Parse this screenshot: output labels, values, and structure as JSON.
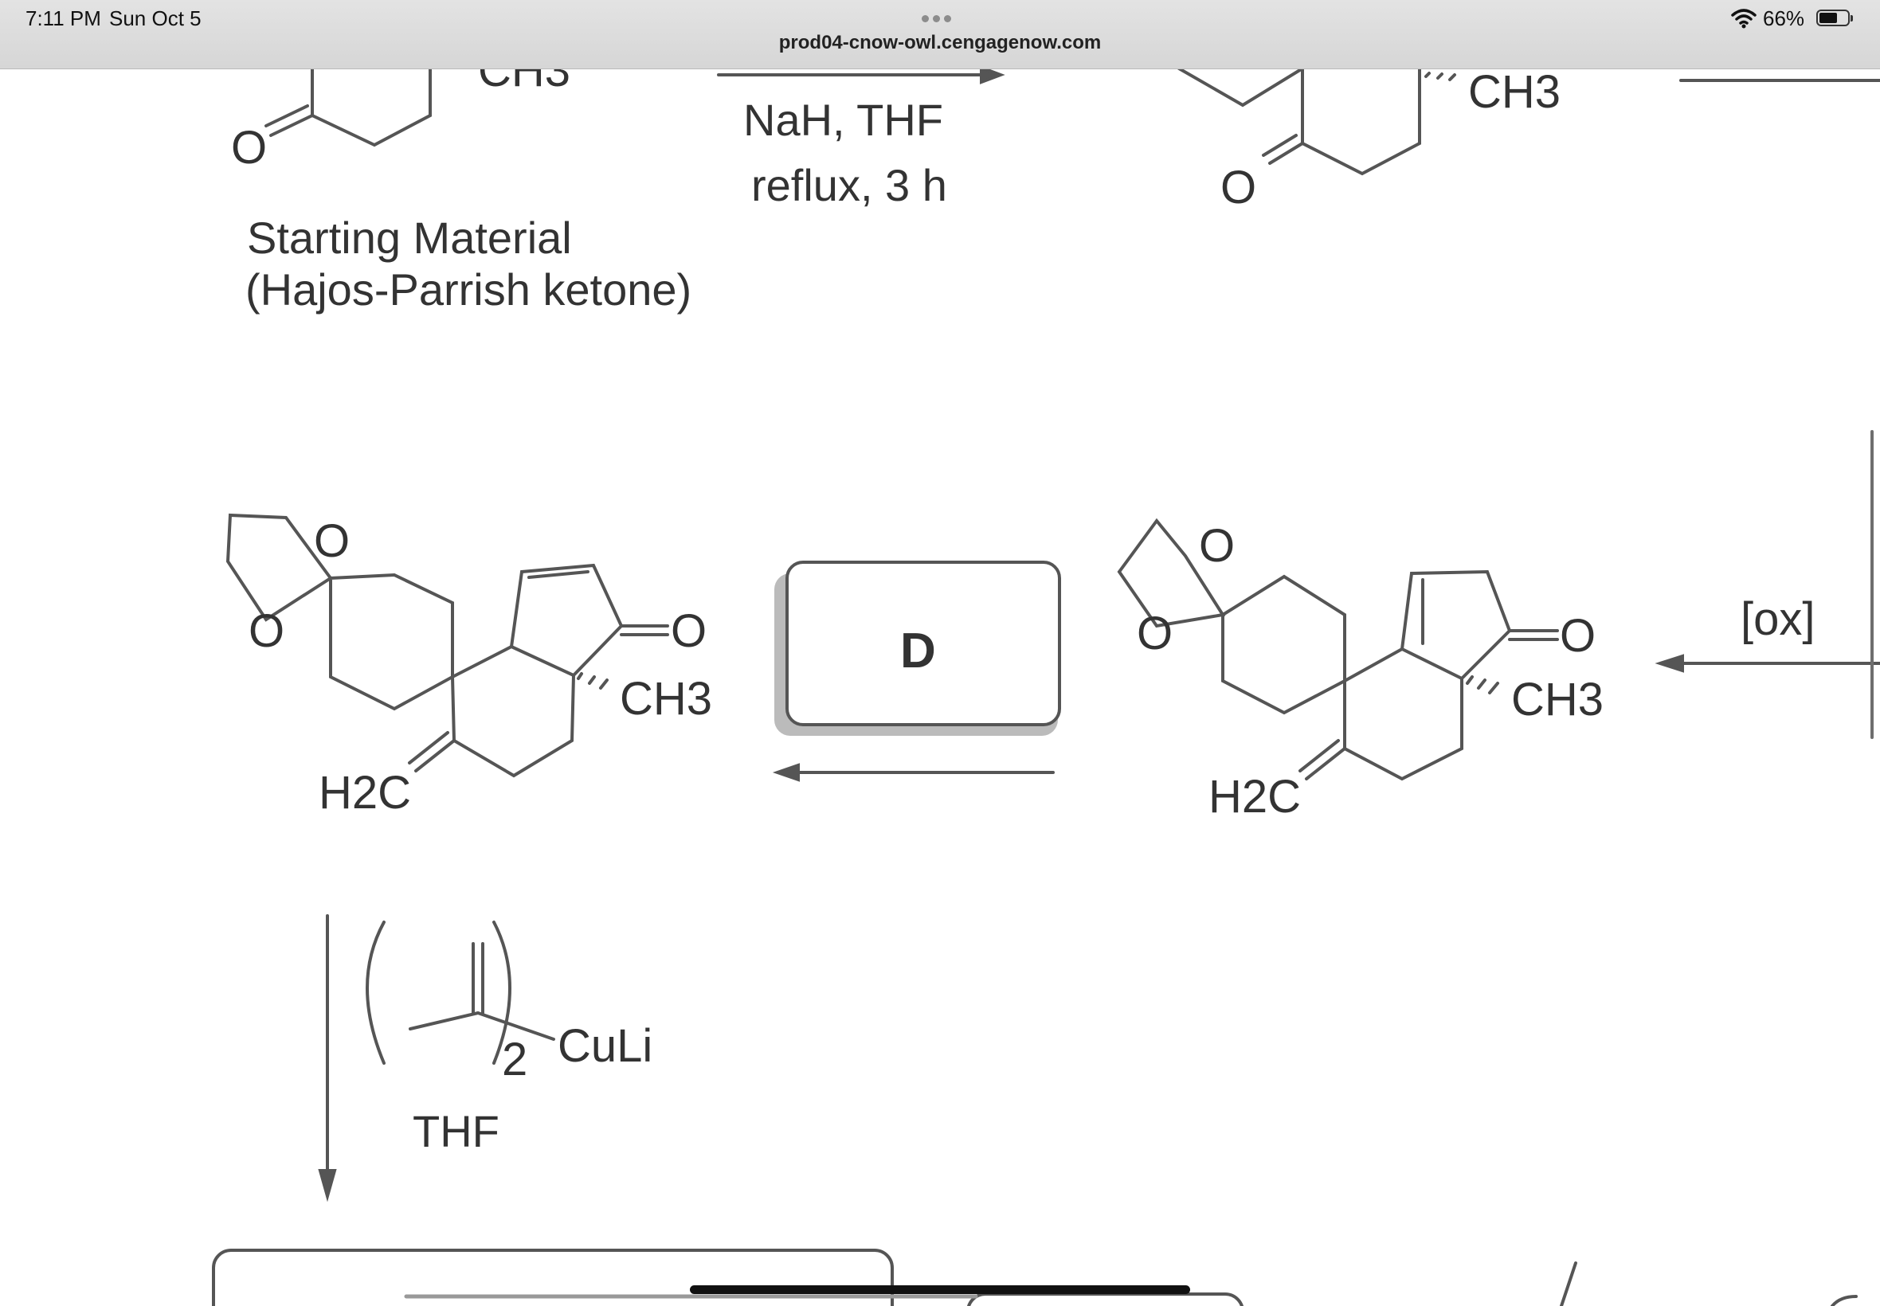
{
  "status_bar": {
    "time": "7:11 PM",
    "date": "Sun Oct 5",
    "battery_percent": "66%",
    "battery_level": 0.66
  },
  "browser": {
    "url": "prod04-cnow-owl.cengagenow.com"
  },
  "scheme": {
    "top_partial_label": "CH3",
    "starting_material_o": "O",
    "starting_material_caption_line1": "Starting Material",
    "starting_material_caption_line2": "(Hajos-Parrish ketone)",
    "step1_reagent_line1": "NaH, THF",
    "step1_reagent_line2": "reflux, 3 h",
    "top_right_ch3": "CH3",
    "top_right_o": "O",
    "answer_box_label": "D",
    "oxidation_label": "[ox]",
    "left_mol": {
      "o_top": "O",
      "o_left": "O",
      "o_ketone": "O",
      "ch3": "CH3",
      "h2c": "H2C"
    },
    "right_mol": {
      "o_top": "O",
      "o_left": "O",
      "o_ketone": "O",
      "ch3": "CH3",
      "h2c": "H2C"
    },
    "cuprate_subscript": "2",
    "cuprate_metal": "CuLi",
    "solvent": "THF"
  }
}
